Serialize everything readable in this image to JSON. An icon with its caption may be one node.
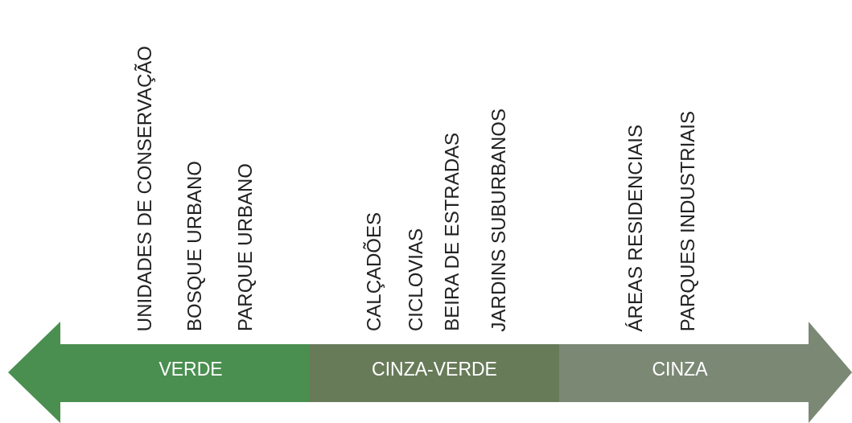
{
  "diagram": {
    "nodes": [
      {
        "text": [
          "VERDE"
        ],
        "beside": [
          "UNIDADES DE CONSERVAÇÃO",
          "BOSQUE URBANO",
          "PARQUE URBANO"
        ]
      },
      {
        "text": [
          "CINZA-VERDE"
        ],
        "beside": [
          "CALÇADÕES",
          "CICLOVIAS",
          "BEIRA DE ESTRADAS",
          "JARDINS SUBURBANOS"
        ]
      },
      {
        "text": [
          "CINZA"
        ],
        "beside": [
          "ÁREAS RESIDENCIAIS",
          "PARQUES INDUSTRIAIS"
        ]
      }
    ]
  }
}
